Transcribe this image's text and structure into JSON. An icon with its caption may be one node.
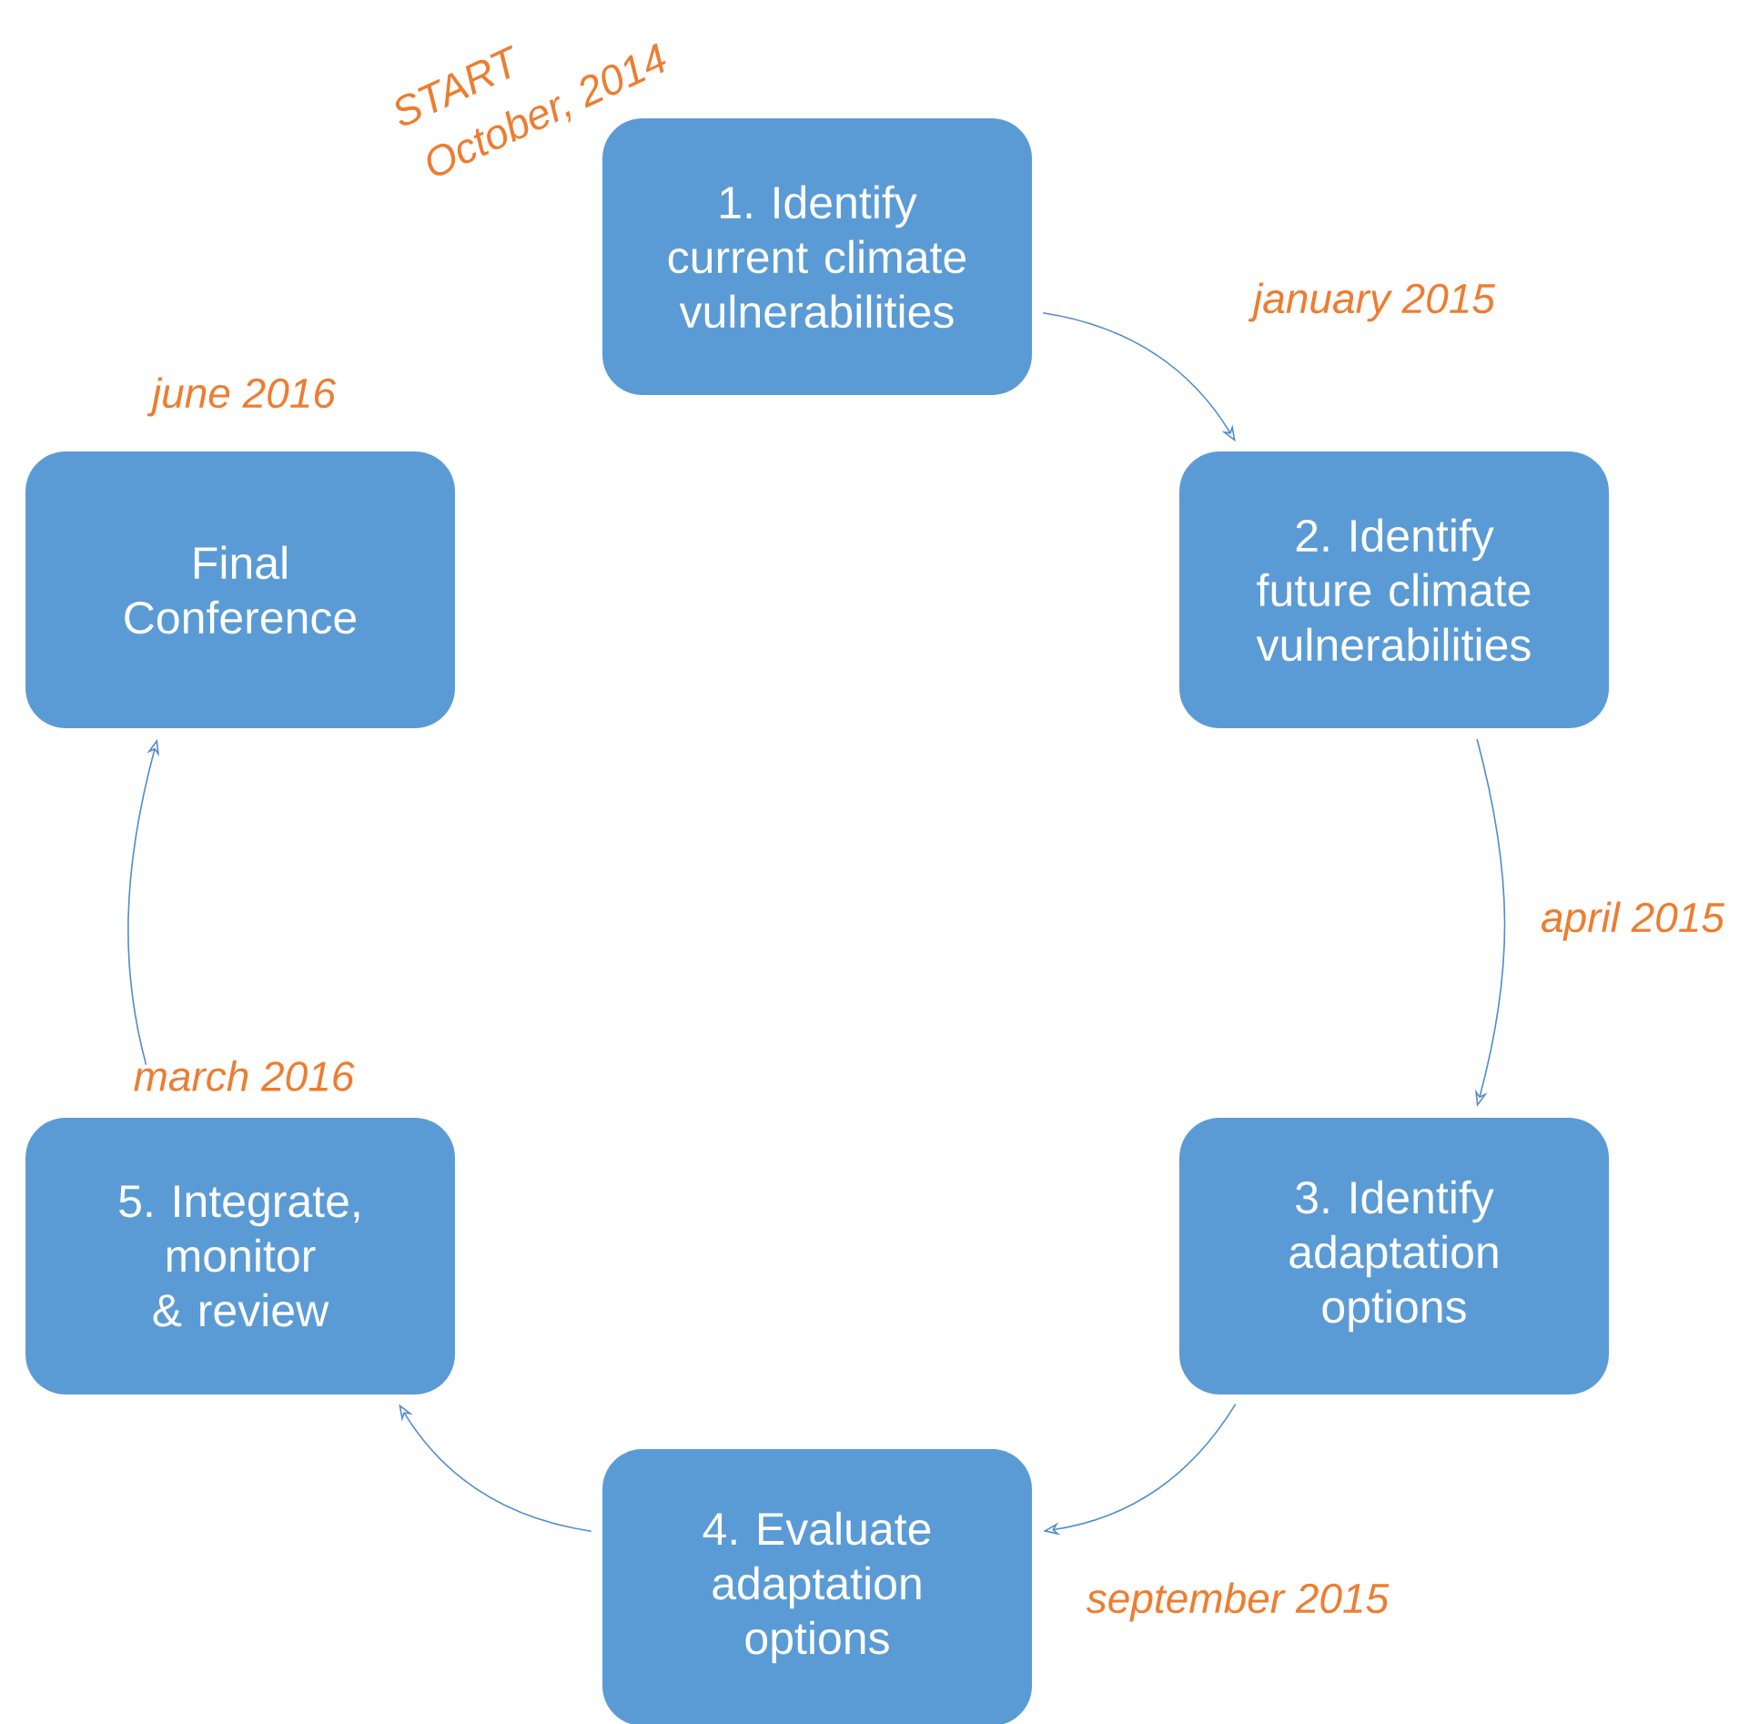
{
  "diagram": {
    "nodes": [
      {
        "text": [
          "1. Identify current climate vulnerabilities"
        ],
        "beside": [
          "START",
          "October, 2014"
        ]
      },
      {
        "text": [
          "2. Identify future climate vulnerabilities"
        ],
        "beside": [
          "january 2015"
        ]
      },
      {
        "text": [
          "3. Identify adaptation options"
        ]
      },
      {
        "text": [
          "4. Evaluate adaptation options"
        ],
        "beside": [
          "september 2015"
        ]
      },
      {
        "text": [
          "5. Integrate, monitor & review"
        ],
        "beside": [
          "march 2016"
        ]
      },
      {
        "text": [
          "Final Conference"
        ],
        "beside": [
          "june 2016"
        ]
      }
    ],
    "edges": [
      {
        "from": 0,
        "to": 1,
        "arrow": "to"
      },
      {
        "from": 1,
        "to": 2,
        "arrow": "to"
      },
      {
        "from": 2,
        "to": 3,
        "arrow": "to"
      },
      {
        "from": 3,
        "to": 4,
        "arrow": "to"
      },
      {
        "from": 4,
        "to": 5,
        "arrow": "to"
      }
    ],
    "labels": [
      "april 2015"
    ]
  }
}
